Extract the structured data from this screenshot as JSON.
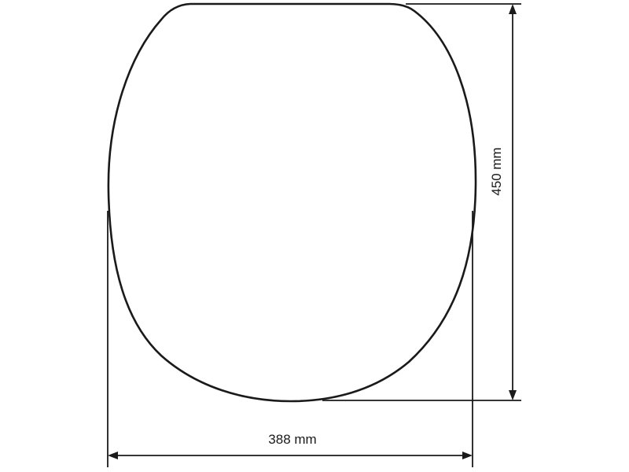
{
  "dimensions": {
    "width": {
      "label": "388 mm",
      "value": 388,
      "unit": "mm"
    },
    "height": {
      "label": "450 mm",
      "value": 450,
      "unit": "mm"
    }
  },
  "colors": {
    "outline": "#1a1a1a",
    "background": "#ffffff"
  }
}
